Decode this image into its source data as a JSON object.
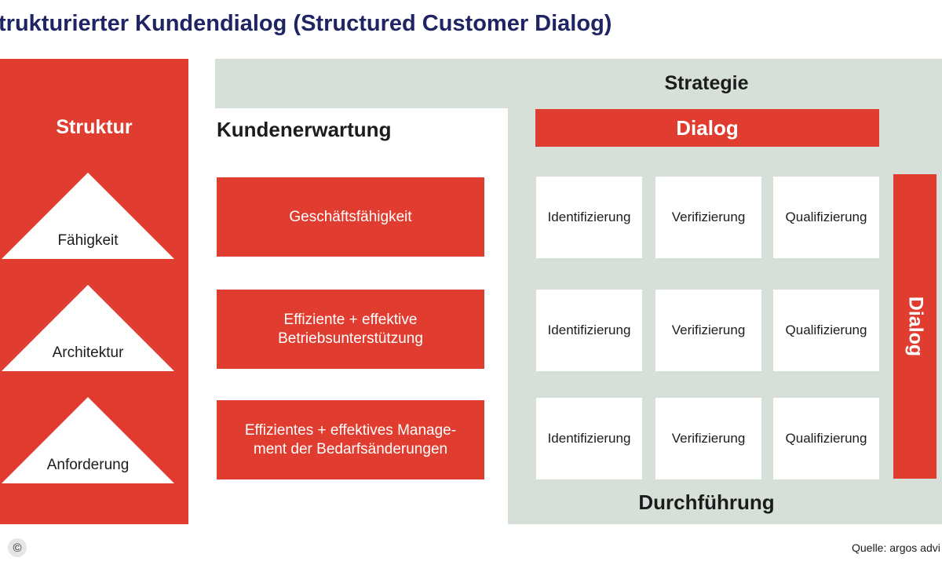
{
  "title": "trukturierter Kundendialog (Structured Customer Dialog)",
  "colors": {
    "accent": "#e03c2f",
    "panel": "#d6e0d8",
    "title": "#1f2463"
  },
  "structure": {
    "heading": "Struktur",
    "pyramids": [
      "Fähigkeit",
      "Architektur",
      "Anforderung"
    ]
  },
  "strategy": {
    "label": "Strategie"
  },
  "customer_expectation": {
    "heading": "Kundenerwartung",
    "items": [
      "Geschäftsfähigkeit",
      "Effiziente + effektive\nBetriebsunterstützung",
      "Effizientes + effektives Manage-\nment der Bedarfsänderungen"
    ]
  },
  "dialog": {
    "top_label": "Dialog",
    "side_label": "Dialog",
    "grid": [
      [
        "Identifizierung",
        "Verifizierung",
        "Qualifizierung"
      ],
      [
        "Identifizierung",
        "Verifizierung",
        "Qualifizierung"
      ],
      [
        "Identifizierung",
        "Verifizierung",
        "Qualifizierung"
      ]
    ]
  },
  "execution": {
    "label": "Durchführung"
  },
  "footer": {
    "copyright_symbol": "©",
    "source": "Quelle: argos advi"
  },
  "icons": {
    "copyright": "copyright-icon",
    "pyramid": "triangle-shape"
  }
}
